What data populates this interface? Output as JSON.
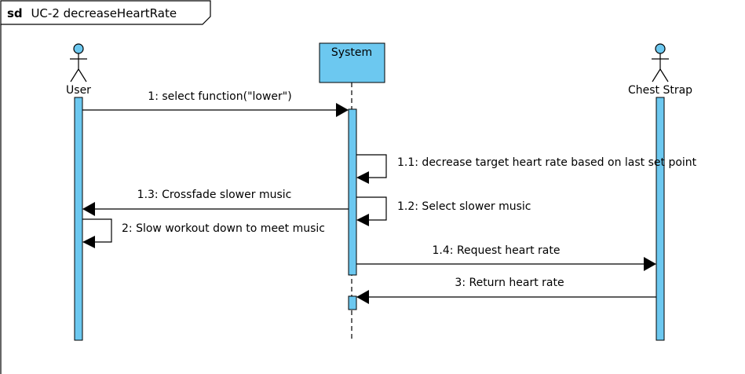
{
  "frame": {
    "keyword": "sd",
    "title": "UC-2 decreaseHeartRate"
  },
  "participants": {
    "user": {
      "name": "User",
      "kind": "actor"
    },
    "system": {
      "name": "System",
      "kind": "object"
    },
    "chest_strap": {
      "name": "Chest Strap",
      "kind": "actor"
    }
  },
  "messages": [
    {
      "label": "1: select function(\"lower\")",
      "from": "user",
      "to": "system"
    },
    {
      "label": "1.1: decrease target heart rate based on last set point",
      "from": "system",
      "to": "system"
    },
    {
      "label": "1.3: Crossfade slower music",
      "from": "system",
      "to": "user"
    },
    {
      "label": "1.2: Select slower music",
      "from": "system",
      "to": "system"
    },
    {
      "label": "2: Slow workout down to meet music",
      "from": "user",
      "to": "user"
    },
    {
      "label": "1.4: Request heart rate",
      "from": "system",
      "to": "chest_strap"
    },
    {
      "label": "3: Return heart rate",
      "from": "chest_strap",
      "to": "system"
    }
  ],
  "colors": {
    "fill": "#6cc8f0",
    "line": "#000000",
    "background": "#ffffff"
  }
}
